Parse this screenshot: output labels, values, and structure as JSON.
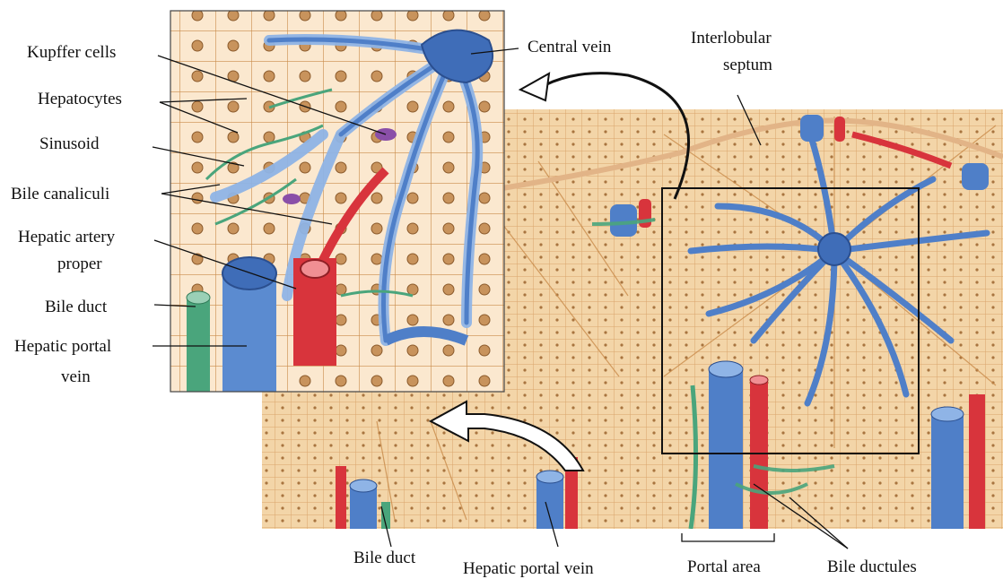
{
  "labels": {
    "kupffer_cells": "Kupffer cells",
    "hepatocytes": "Hepatocytes",
    "sinusoid": "Sinusoid",
    "bile_canaliculi": "Bile canaliculi",
    "hepatic_artery_line1": "Hepatic artery",
    "hepatic_artery_line2": "proper",
    "bile_duct_inset": "Bile duct",
    "hepatic_portal_line1": "Hepatic portal",
    "hepatic_portal_line2": "vein",
    "central_vein": "Central vein",
    "interlobular_line1": "Interlobular",
    "interlobular_line2": "septum",
    "bile_duct_bottom": "Bile duct",
    "hepatic_portal_vein_bottom": "Hepatic portal vein",
    "portal_area": "Portal area",
    "bile_ductules": "Bile ductules"
  },
  "colors": {
    "tissue": "#f3d5a8",
    "tissue_dark": "#c98b4a",
    "vein_blue": "#4f7fc8",
    "vein_light": "#8fb4e6",
    "artery_red": "#d8343c",
    "bile_green": "#4aa57c",
    "nucleus": "#b07a4a"
  }
}
